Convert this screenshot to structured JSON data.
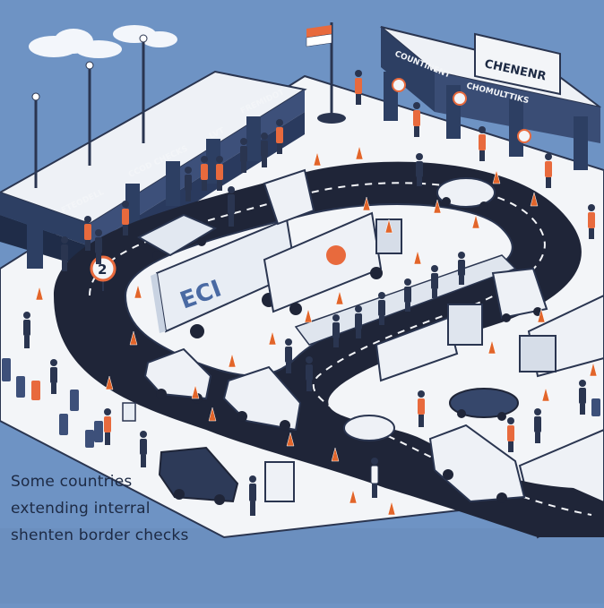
{
  "illustration": {
    "caption_lines": [
      "Some countries",
      "extending interral",
      "shenten border checks"
    ],
    "gate_sign": "CHENENR",
    "gate_banner_left": "COUNTINENT",
    "gate_banner_right": "CHOMULTTIKS",
    "booth_sign_1": "FTEODELL",
    "booth_sign_2": "CCOD CHECKS",
    "booth_sign_3": "LVT",
    "booth_sign_4": "FREMIDOT",
    "truck_logo": "ECI",
    "road_sign": "2",
    "colors": {
      "sky": "#6e93c4",
      "road": "#1f2538",
      "platform": "#f3f5f8",
      "building": "#2d3f63",
      "cone": "#e2652a",
      "flag_orange": "#e86a3d"
    }
  }
}
